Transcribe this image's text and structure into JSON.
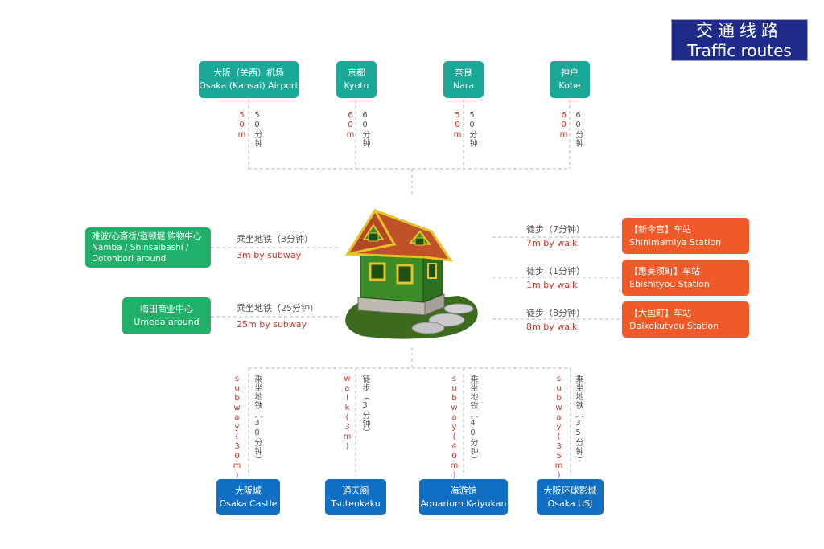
{
  "title": {
    "zh": "交通线路",
    "en": "Traffic routes"
  },
  "top": [
    {
      "zh": "大阪（关西）机场",
      "en": "Osaka (Kansai) Airport",
      "time_en": "50m",
      "time_zh": "50分钟"
    },
    {
      "zh": "京都",
      "en": "Kyoto",
      "time_en": "60m",
      "time_zh": "60分钟"
    },
    {
      "zh": "奈良",
      "en": "Nara",
      "time_en": "50m",
      "time_zh": "50分钟"
    },
    {
      "zh": "神户",
      "en": "Kobe",
      "time_en": "60m",
      "time_zh": "60分钟"
    }
  ],
  "left": [
    {
      "zh": "难波/心斎桥/道顿堀 购物中心",
      "en1": "Namba / Shinsaibashi /",
      "en2": "Dotonbori around",
      "time_zh": "乘坐地铁（3分钟）",
      "time_en": "3m by subway"
    },
    {
      "zh": "梅田商业中心",
      "en": "Umeda around",
      "time_zh": "乘坐地铁（25分钟）",
      "time_en": "25m by subway"
    }
  ],
  "right": [
    {
      "zh": "【新今宫】车站",
      "en": "Shinimamiya Station",
      "time_zh": "徒步（7分钟）",
      "time_en": "7m by walk"
    },
    {
      "zh": "【惠美须町】车站",
      "en": "Ebishityou Station",
      "time_zh": "徒步（1分钟）",
      "time_en": "1m by walk"
    },
    {
      "zh": "【大国町】车站",
      "en": "Daikokutyou Station",
      "time_zh": "徒步（8分钟）",
      "time_en": "8m by walk"
    }
  ],
  "bottom": [
    {
      "zh": "大阪城",
      "en": "Osaka Castle",
      "time_en": "subway(30m)",
      "time_zh": "乘坐地铁（30分钟）"
    },
    {
      "zh": "通天阁",
      "en": "Tsutenkaku",
      "time_en": "walk(3m)",
      "time_zh": "徒步（3分钟）"
    },
    {
      "zh": "海游馆",
      "en": "Aquarium Kaiyukan",
      "time_en": "subway(40m)",
      "time_zh": "乘坐地铁（40分钟）"
    },
    {
      "zh": "大阪环球影城",
      "en": "Osaka USJ",
      "time_en": "subway(35m)",
      "time_zh": "乘坐地铁（35分钟）"
    }
  ],
  "colors": {
    "teal": "#1aa897",
    "green": "#21b06a",
    "orange": "#f05a28",
    "blue": "#1270c4",
    "navy": "#1e2a88",
    "red_text": "#c0392b"
  }
}
